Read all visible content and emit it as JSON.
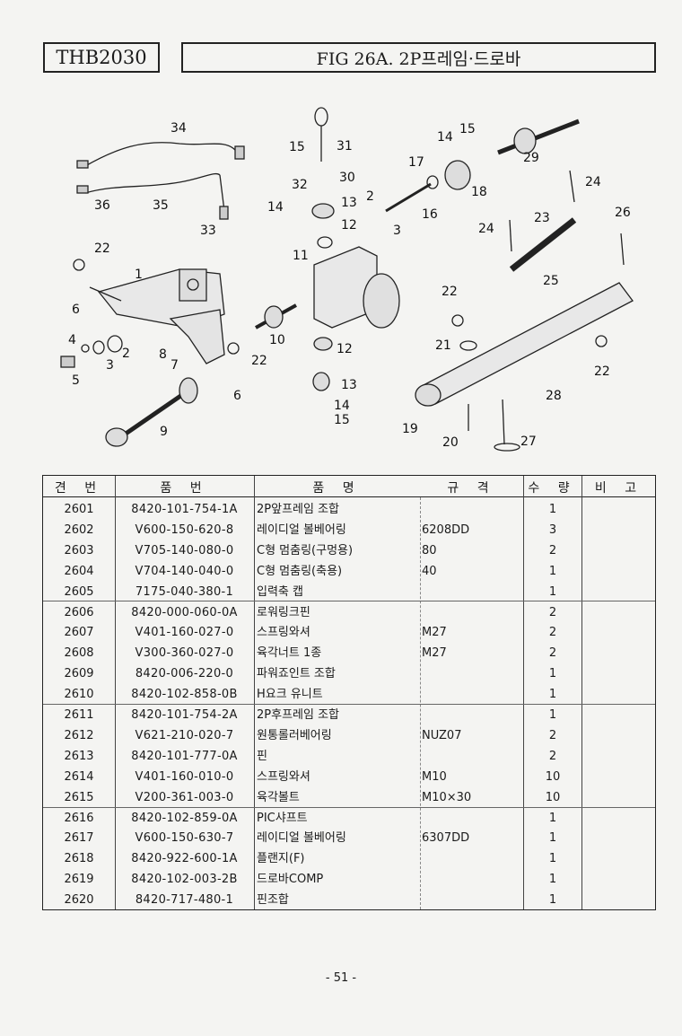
{
  "header": {
    "model": "THB2030",
    "figure_title": "FIG 26A. 2P프레임·드로바"
  },
  "diagram": {
    "callouts": [
      "1",
      "2",
      "3",
      "4",
      "5",
      "6",
      "6",
      "7",
      "8",
      "9",
      "10",
      "11",
      "12",
      "12",
      "13",
      "13",
      "14",
      "14",
      "15",
      "15",
      "15",
      "16",
      "17",
      "18",
      "19",
      "20",
      "21",
      "22",
      "22",
      "22",
      "22",
      "23",
      "24",
      "24",
      "25",
      "26",
      "27",
      "28",
      "29",
      "30",
      "31",
      "32",
      "33",
      "34",
      "35",
      "36"
    ]
  },
  "table": {
    "headers": {
      "no": "견 번",
      "part_no": "품 번",
      "name": "품 명",
      "spec": "규 격",
      "qty": "수 량",
      "remark": "비 고"
    },
    "rows": [
      {
        "no": "2601",
        "part": "8420-101-754-1A",
        "name": "2P앞프레임 조합",
        "spec": "",
        "qty": "1"
      },
      {
        "no": "2602",
        "part": "V600-150-620-8",
        "name": "레이디얼 볼베어링",
        "spec": "6208DD",
        "qty": "3"
      },
      {
        "no": "2603",
        "part": "V705-140-080-0",
        "name": "C형 멈춤링(구멍용)",
        "spec": "80",
        "qty": "2"
      },
      {
        "no": "2604",
        "part": "V704-140-040-0",
        "name": "C형 멈춤링(축용)",
        "spec": "40",
        "qty": "1"
      },
      {
        "no": "2605",
        "part": "7175-040-380-1",
        "name": "입력축 캡",
        "spec": "",
        "qty": "1"
      },
      {
        "no": "2606",
        "part": "8420-000-060-0A",
        "name": "로워링크핀",
        "spec": "",
        "qty": "2"
      },
      {
        "no": "2607",
        "part": "V401-160-027-0",
        "name": "스프링와셔",
        "spec": "M27",
        "qty": "2"
      },
      {
        "no": "2608",
        "part": "V300-360-027-0",
        "name": "육각너트 1종",
        "spec": "M27",
        "qty": "2"
      },
      {
        "no": "2609",
        "part": "8420-006-220-0",
        "name": "파워죠인트 조합",
        "spec": "",
        "qty": "1"
      },
      {
        "no": "2610",
        "part": "8420-102-858-0B",
        "name": "H요크 유니트",
        "spec": "",
        "qty": "1"
      },
      {
        "no": "2611",
        "part": "8420-101-754-2A",
        "name": "2P후프레임 조합",
        "spec": "",
        "qty": "1"
      },
      {
        "no": "2612",
        "part": "V621-210-020-7",
        "name": "원통롤러베어링",
        "spec": "NUZ07",
        "qty": "2"
      },
      {
        "no": "2613",
        "part": "8420-101-777-0A",
        "name": "핀",
        "spec": "",
        "qty": "2"
      },
      {
        "no": "2614",
        "part": "V401-160-010-0",
        "name": "스프링와셔",
        "spec": "M10",
        "qty": "10"
      },
      {
        "no": "2615",
        "part": "V200-361-003-0",
        "name": "육각볼트",
        "spec": "M10×30",
        "qty": "10"
      },
      {
        "no": "2616",
        "part": "8420-102-859-0A",
        "name": "PIC샤프트",
        "spec": "",
        "qty": "1"
      },
      {
        "no": "2617",
        "part": "V600-150-630-7",
        "name": "레이디얼 볼베어링",
        "spec": "6307DD",
        "qty": "1"
      },
      {
        "no": "2618",
        "part": "8420-922-600-1A",
        "name": "플랜지(F)",
        "spec": "",
        "qty": "1"
      },
      {
        "no": "2619",
        "part": "8420-102-003-2B",
        "name": "드로바COMP",
        "spec": "",
        "qty": "1"
      },
      {
        "no": "2620",
        "part": "8420-717-480-1",
        "name": "핀조합",
        "spec": "",
        "qty": "1"
      }
    ]
  },
  "footer": {
    "page": "- 51 -"
  }
}
